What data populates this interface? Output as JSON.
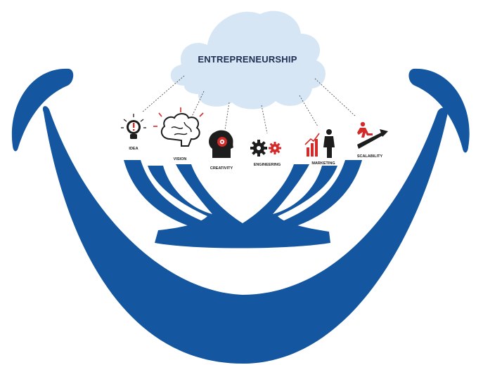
{
  "diagram": {
    "title": "ENTREPRENEURSHIP",
    "colors": {
      "smile": "#1457a0",
      "cloud": "#d6e6f5",
      "dark_icon": "#1d1d1d",
      "accent_red": "#d42a2a",
      "connector": "#555555"
    },
    "icons": [
      {
        "id": "idea",
        "label": "IDEA",
        "icon": "lightbulb-icon"
      },
      {
        "id": "vision",
        "label": "VISION",
        "icon": "brain-icon"
      },
      {
        "id": "creativity",
        "label": "CREATIVITY",
        "icon": "head-icon"
      },
      {
        "id": "engineering",
        "label": "ENGINEERING",
        "icon": "gears-icon"
      },
      {
        "id": "marketing",
        "label": "MARKETING",
        "icon": "growth-chart-person-icon"
      },
      {
        "id": "scalability",
        "label": "SCALABILITY",
        "icon": "stairs-runner-icon"
      }
    ]
  }
}
